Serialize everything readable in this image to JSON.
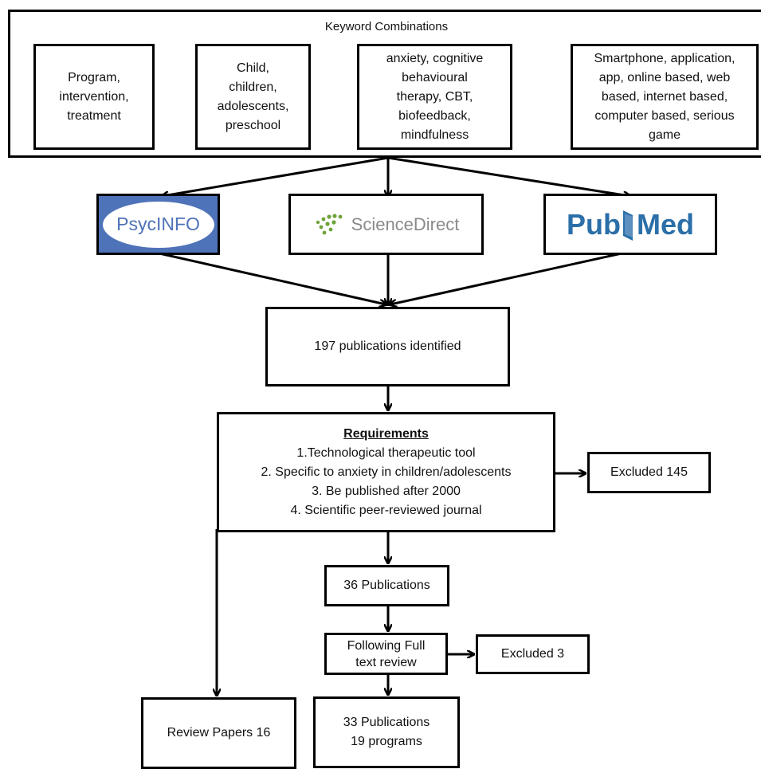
{
  "keyword_section": {
    "title": "Keyword Combinations",
    "groups": [
      [
        "Program,",
        "intervention,",
        "treatment"
      ],
      [
        "Child,",
        "children,",
        "adolescents,",
        "preschool"
      ],
      [
        "anxiety, cognitive",
        "behavioural",
        "therapy, CBT,",
        "biofeedback,",
        "mindfulness"
      ],
      [
        "Smartphone, application,",
        "app, online based, web",
        "based, internet based,",
        "computer based, serious",
        "game"
      ]
    ]
  },
  "databases": {
    "psycinfo": "PsycINFO",
    "sciencedirect": "ScienceDirect",
    "pubmed_pub": "Pub",
    "pubmed_med": "Med"
  },
  "identified": "197 publications identified",
  "requirements": {
    "title": "Requirements",
    "items": [
      "1.Technological therapeutic tool",
      "2. Specific to anxiety in children/adolescents",
      "3. Be published after 2000",
      "4. Scientific peer-reviewed journal"
    ]
  },
  "excluded_1": "Excluded 145",
  "publications_36": "36 Publications",
  "full_text_review": [
    "Following Full",
    "text review"
  ],
  "excluded_2": "Excluded 3",
  "review_papers": "Review Papers 16",
  "final": [
    "33 Publications",
    "19 programs"
  ]
}
